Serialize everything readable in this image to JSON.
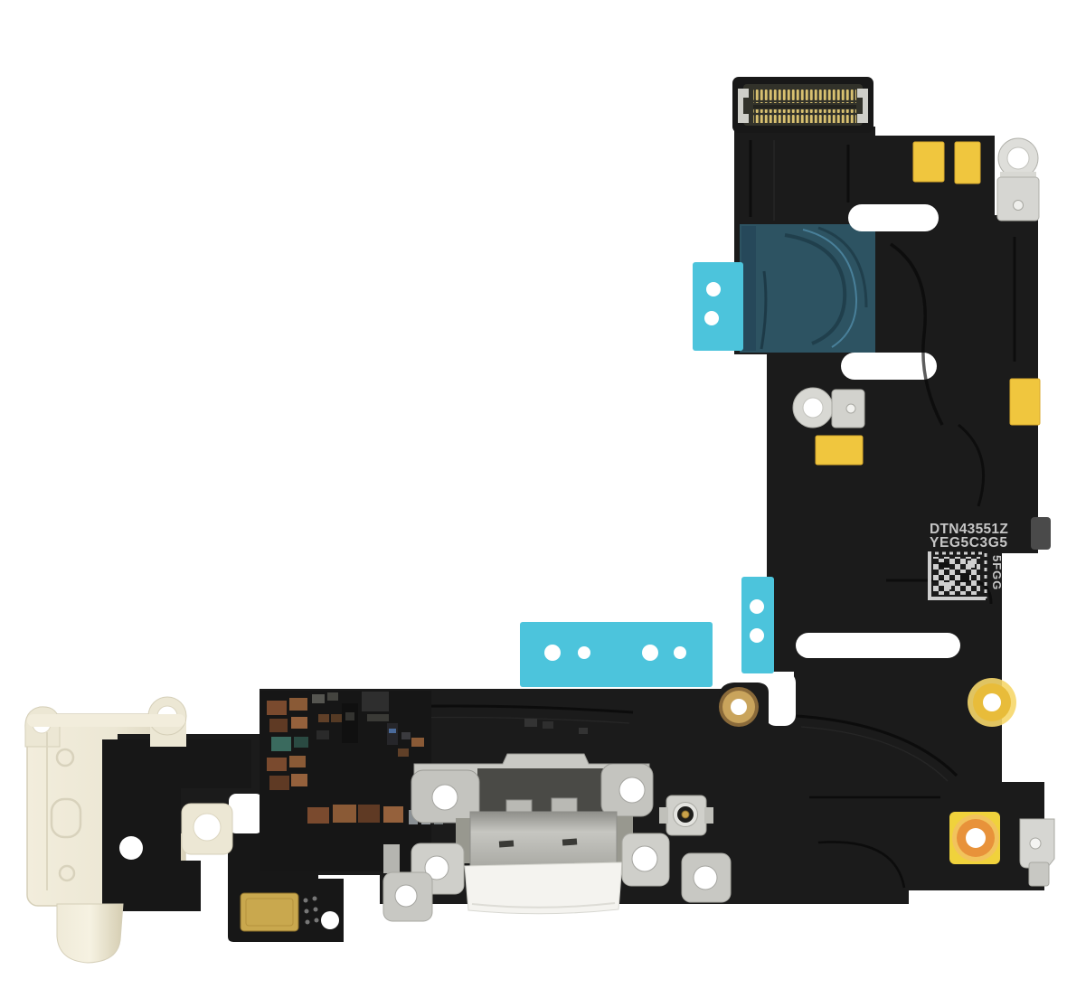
{
  "image": {
    "type": "product-photo",
    "subject": "iPhone 6 Plus charging port dock flex cable assembly with headphone jack and microphone",
    "background": "#ffffff"
  },
  "label": {
    "line1": "DTN43551Z",
    "line2": "YEG5C3G5",
    "side_code": "5FGG"
  },
  "colors": {
    "flex_black": "#1b1b1b",
    "jack_black": "#171717",
    "tape_cyan": "#4cc4dc",
    "film_teal": "#2e5666",
    "pad_yellow": "#f0c63e",
    "pad_orange": "#e8923a",
    "ring_gold": "#e8bc3a",
    "ring_brass": "#c9a45c",
    "metal_gray": "#d6d6d2",
    "jack_cream": "#ece7d4",
    "mic_gold": "#c9a84e",
    "pin_gold": "#d8c070",
    "label_text": "#c6c6c6",
    "qr_white": "#d0d0d0"
  },
  "parts": {
    "board_connector": "board-to-board connector",
    "headphone_jack": "headphone jack",
    "lightning_port": "charging port",
    "microphone": "microphone",
    "antenna_socket": "coaxial antenna socket",
    "serial_label": "batch label",
    "qr_code": "data-matrix code",
    "adhesive_tape": "blue pull tape",
    "ground_ring": "grounding ring pad",
    "screw_bracket": "metal screw bracket"
  }
}
